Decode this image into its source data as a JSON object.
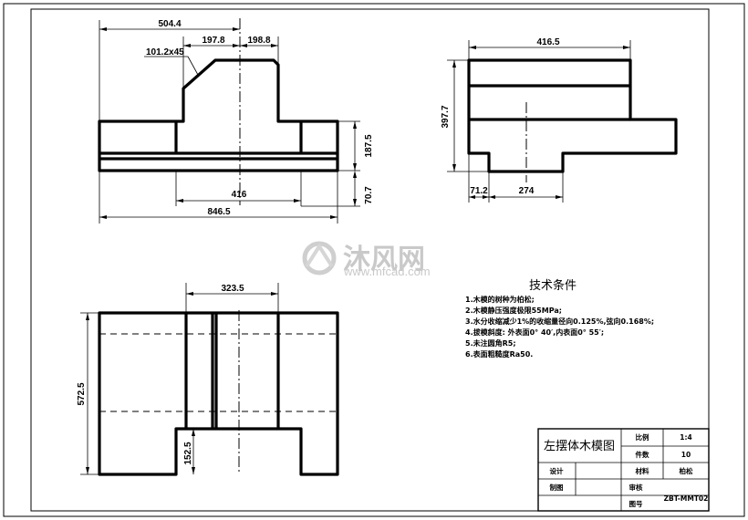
{
  "views": {
    "front": {
      "dims": {
        "overall_top": "504.4",
        "boss_left": "197.8",
        "boss_right": "198.8",
        "chamfer": "101.2x45",
        "base_height": "187.5",
        "inner_width": "416",
        "bottom_height": "70.7",
        "overall_width": "846.5"
      }
    },
    "side": {
      "dims": {
        "top_width": "416.5",
        "height": "397.7",
        "step_left": "71.2",
        "step_width": "274"
      }
    },
    "plan": {
      "dims": {
        "slot_width": "323.5",
        "overall_height": "572.5",
        "notch_height": "152.5"
      }
    }
  },
  "technical_requirements": {
    "title": "技术条件",
    "items": [
      "1.木模的树种为柏松;",
      "2.木模静压强度极限55MPa;",
      "3.水分收缩减少1%的收缩量径向0.125%,弦向0.168%;",
      "4.拔模斜度: 外表面0° 40′,内表面0° 55′;",
      "5.未注圆角R5;",
      "6.表面粗糙度Ra50."
    ]
  },
  "title_block": {
    "drawing_title": "左摆体木模图",
    "scale_label": "比例",
    "scale_value": "1:4",
    "qty_label": "件数",
    "qty_value": "10",
    "material_label": "材料",
    "material_value": "柏松",
    "design_label": "设计",
    "draft_label": "制图",
    "review_label": "审核",
    "drawing_no_label": "图号",
    "drawing_no_value": "ZBT-MMT02"
  },
  "watermark": {
    "brand_cn": "沐风网",
    "url": "www.mfcad.com"
  }
}
